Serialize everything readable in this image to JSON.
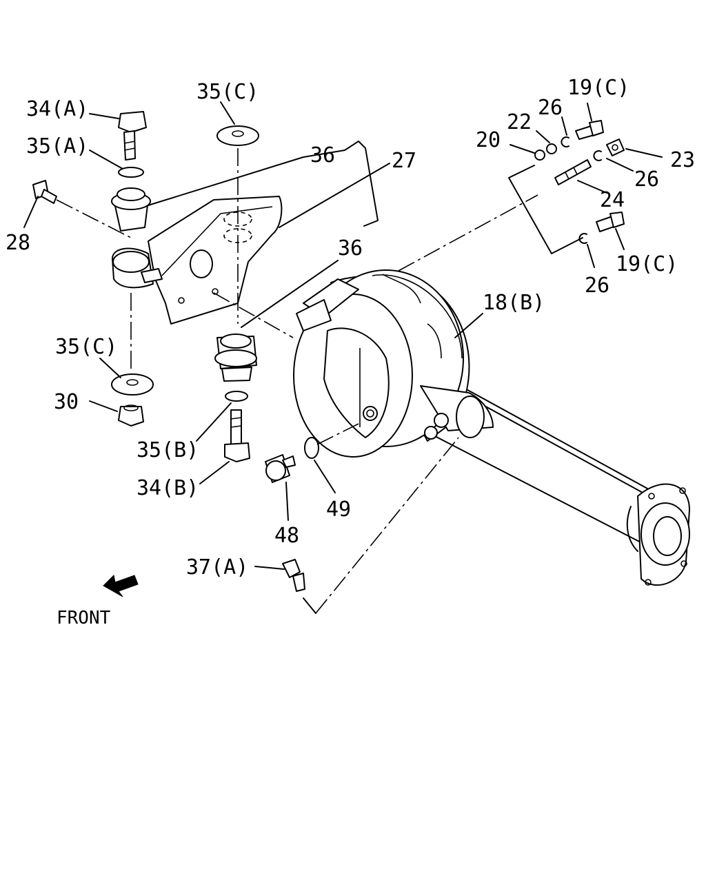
{
  "labels": {
    "p34a": "34(A)",
    "p35a": "35(A)",
    "p35c_top": "35(C)",
    "p36_top": "36",
    "p27": "27",
    "p28": "28",
    "p36_mid": "36",
    "p35c_bot": "35(C)",
    "p30": "30",
    "p35b": "35(B)",
    "p34b": "34(B)",
    "p48": "48",
    "p49": "49",
    "p37a": "37(A)",
    "p18b": "18(B)",
    "p19c_top": "19(C)",
    "p26_a": "26",
    "p22": "22",
    "p20": "20",
    "p23": "23",
    "p26_b": "26",
    "p24": "24",
    "p19c_bot": "19(C)",
    "p26_c": "26",
    "front": "FRONT"
  }
}
